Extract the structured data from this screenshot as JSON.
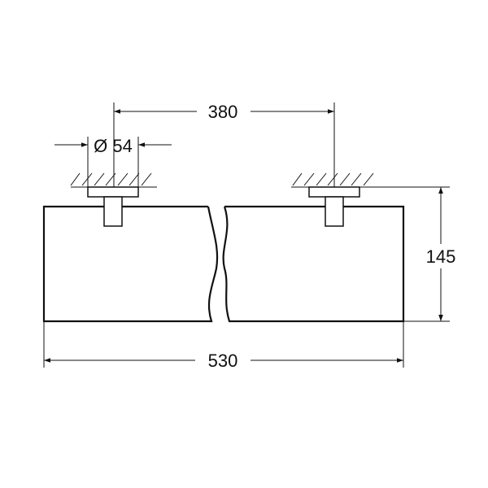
{
  "drawing": {
    "dimensions": {
      "mount_spacing": "380",
      "rosette_diameter": "Ø 54",
      "height": "145",
      "overall_width": "530"
    },
    "line_color": "#111111",
    "background_color": "#ffffff"
  }
}
